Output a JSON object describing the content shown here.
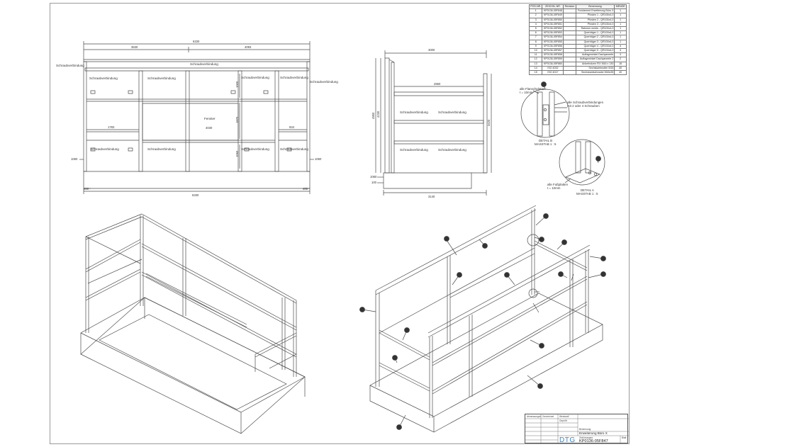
{
  "front_view": {
    "dims": {
      "overall_width": "6330",
      "left_span": "3630",
      "right_span": "4093",
      "window_width": "4030",
      "left_bay": "1783",
      "right_bay": "934",
      "height_a": "1060",
      "height_b": "1060",
      "side_a": "1060",
      "side_b": "1060",
      "base_height": "1060",
      "bottom_total": "6330",
      "bottom_left": "400",
      "bottom_right": "400",
      "mid_a": "1000",
      "mid_b": "1870"
    },
    "labels": {
      "screw_left": "Schraubverbindung",
      "screw_center_top": "Schraubverbindung",
      "screw_right": "Schraubverbindung",
      "screw_inner_1": "Schraubverbindung",
      "screw_inner_2": "Schraubverbindung",
      "screw_inner_3": "Schraubverbindung",
      "screw_inner_4": "Schraubverbindung",
      "screw_lower_1": "Schraubverbindung",
      "screw_lower_2": "Schraubverbindung",
      "screw_lower_3": "Schraubverbindung",
      "screw_lower_4": "Schraubverbindung",
      "window": "Fenster"
    }
  },
  "side_view": {
    "dims": {
      "top_width": "3000",
      "inner_width": "2860",
      "left_height": "4950",
      "right_height": "3420",
      "left_mid": "4230",
      "bottom_width": "3140",
      "small_a": "1060",
      "small_b": "100"
    },
    "labels": {
      "screw_1": "Schraubverbindung",
      "screw_2": "Schraubverbindung",
      "screw_3": "Schraubverbindung",
      "screw_4": "Schraubverbindung"
    }
  },
  "detail_b": {
    "note_1": "alle Flanschplatten",
    "note_1b": "t = 10mm",
    "note_2": "alle Schraubverbindungen",
    "note_2b": "mit 2 oder 4 Schrauben",
    "title": "DETAIL B",
    "scale": "MASSTAB 1 : 5",
    "balloon": "14"
  },
  "detail_a": {
    "note_1": "alle Fußplatten",
    "note_1b": "t = 10mm",
    "title": "DETAIL A",
    "scale": "MASSTAB 1 : 5",
    "balloon": "15"
  },
  "parts_table": {
    "headers": [
      "POS-NR.",
      "ZEICHN.-NR.",
      "Revision",
      "Benennung",
      "MENGE"
    ],
    "rows": [
      [
        "1",
        "KP0136-05F848",
        "",
        "Fundament Erweiterung Büro X",
        "1"
      ],
      [
        "2",
        "KP0136-05F849",
        "",
        "Pfosten 1 - QR100x4,0",
        "1"
      ],
      [
        "3",
        "KP0136-05F850",
        "",
        "Pfosten 2 - QR100x4,0",
        "1"
      ],
      [
        "4",
        "KP0136-05F851",
        "",
        "Pfosten 3 - QR100x4,0",
        "1"
      ],
      [
        "5",
        "KP0136-05F852",
        "",
        "Rahmen rechts - QR100x4,0",
        "1"
      ],
      [
        "6",
        "KP0136-05F853",
        "",
        "Querträger 1 - QR100x4,0",
        "1"
      ],
      [
        "7",
        "KP0136-05F854",
        "",
        "Querträger 2 - QR100x4,0",
        "1"
      ],
      [
        "8",
        "KP0136-05F855",
        "",
        "Querträger 3 - QR100x4,0",
        "1"
      ],
      [
        "9",
        "KP0136-05F856",
        "",
        "Querträger 4 - QR100x4,0",
        "4"
      ],
      [
        "10",
        "KP0136-05F857",
        "",
        "Querträger 5 - QR100x4,0",
        "4"
      ],
      [
        "11",
        "KP0136-05F858",
        "",
        "Auflagewinkel Dachpaneele",
        "3"
      ],
      [
        "12",
        "KP0136-05F859",
        "",
        "Auflagewinkel Dachpaneele 2",
        "2"
      ],
      [
        "13",
        "KP0136-05F860",
        "",
        "Ankerbolzen FIX M16 x 130",
        "16"
      ],
      [
        "14",
        "ISO 4032",
        "",
        "Sechskantmutter M16",
        "40"
      ],
      [
        "15",
        "ISO 4017",
        "",
        "Sechskantschraube M16x35",
        "40"
      ]
    ]
  },
  "iso_balloons": [
    "9",
    "2",
    "5",
    "4",
    "10",
    "7",
    "11",
    "3",
    "10",
    "12",
    "1",
    "13",
    "1",
    "6",
    "14",
    "8"
  ],
  "title_block": {
    "left_col": "Abmessungen",
    "designer_label": "Gezeichnet",
    "material_label": "Werkstoff",
    "checked_label": "Geprüft",
    "name_label": "Benennung",
    "title": "Erweiterung Büro X",
    "drawing_no_label": "Zeichnungsnr.",
    "drawing_no": "KP0136-05F847",
    "logo": "DTG",
    "sheet_label": "Blatt"
  }
}
